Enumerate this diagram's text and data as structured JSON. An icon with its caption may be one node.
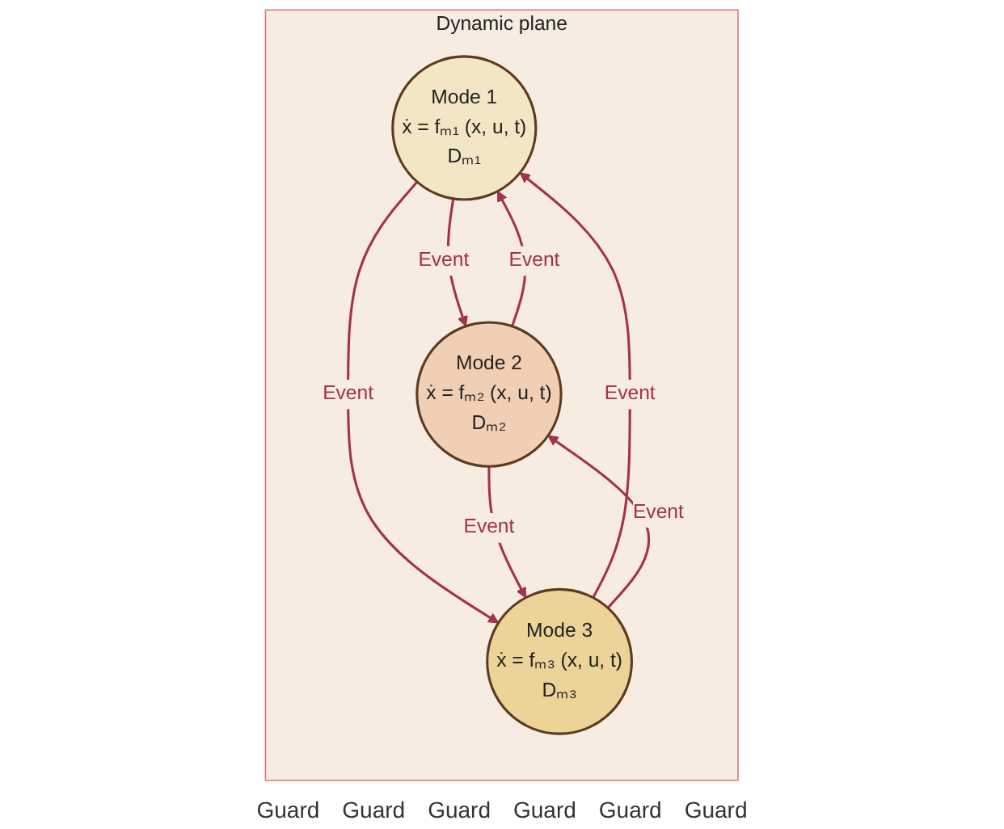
{
  "diagram": {
    "nodes": [
      {
        "text": [
          "Dynamic plane"
        ]
      },
      {
        "text": [
          "Mode 1",
          "ẋ = fₘ₁ (x, u, t)",
          "Dₘ₁"
        ],
        "in": 0
      },
      {
        "text": [
          "Mode 3",
          "ẋ = fₘ₃ (x, u, t)",
          "Dₘ₃"
        ],
        "in": 0
      },
      {
        "text": [
          "Mode 2",
          "ẋ = fₘ₂ (x, u, t)",
          "Dₘ₂"
        ],
        "in": 0
      }
    ],
    "edges": [
      {
        "from": 1,
        "to": 3,
        "arrow": "to",
        "label": "Event"
      },
      {
        "from": 3,
        "to": 1,
        "arrow": "to",
        "label": "Event"
      },
      {
        "from": 1,
        "to": 2,
        "arrow": "to",
        "label": "Event"
      },
      {
        "from": 2,
        "to": 1,
        "arrow": "to",
        "label": "Event"
      },
      {
        "from": 2,
        "to": 3,
        "arrow": "to",
        "label": "Event"
      },
      {
        "from": 3,
        "to": 2,
        "arrow": "to",
        "label": "Event"
      }
    ],
    "labels": [
      "Guard",
      "Guard",
      "Guard",
      "Guard",
      "Guard",
      "Guard"
    ]
  }
}
